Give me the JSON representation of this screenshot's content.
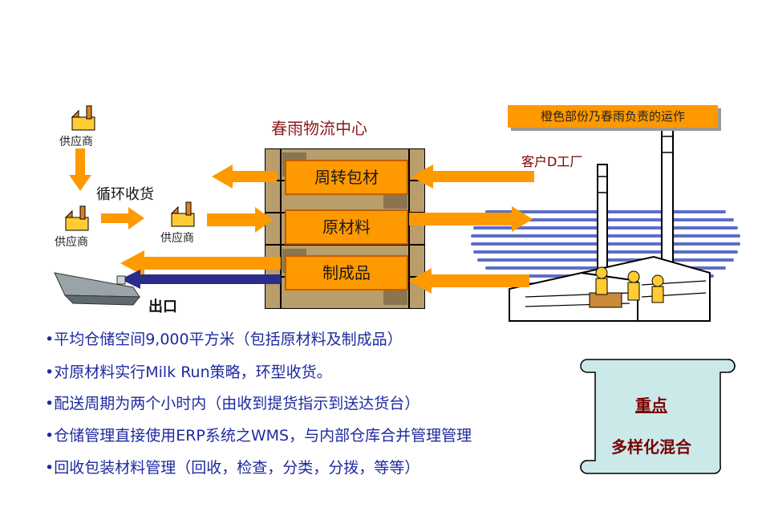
{
  "center": {
    "title": "春雨物流中心",
    "box1": "周转包材",
    "box2": "原材料",
    "box3": "制成品"
  },
  "suppliers": {
    "s1": "供应商",
    "s2": "供应商",
    "s3": "供应商",
    "loop": "循环收货"
  },
  "export": "出口",
  "customer": "客户D工厂",
  "note": "橙色部份乃春雨负责的运作",
  "bullets": [
    "•平均仓储空间9,000平方米（包括原材料及制成品）",
    "•对原材料实行Milk Run策略，环型收货。",
    "•配送周期为两个小时内（由收到提货指示到送达货台）",
    "•仓储管理直接使用ERP系统之WMS，与内部仓库合并管理管理",
    "•回收包装材料管理（回收，检查，分类，分拨，等等）"
  ],
  "scroll": {
    "heading": "重点",
    "text": "多样化混合"
  },
  "colors": {
    "orange": "#ff9900",
    "arrow": "#ff9900",
    "navy": "#2b2b8c",
    "text": "#1f2aa0",
    "scroll": "#cce9ea"
  }
}
